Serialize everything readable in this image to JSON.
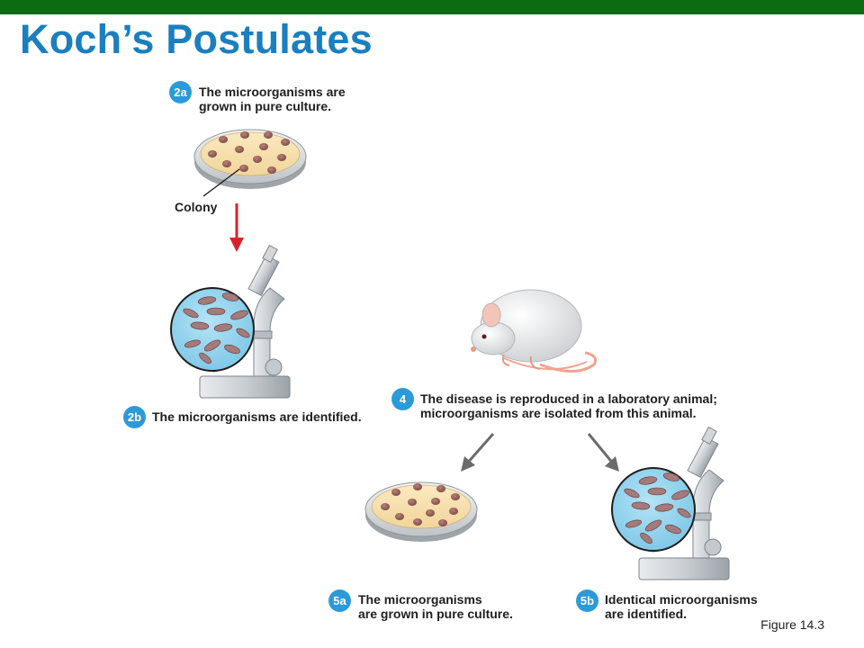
{
  "title": "Koch’s Postulates",
  "colors": {
    "header_bar": "#0c6c12",
    "title": "#1a7fbf",
    "badge": "#2b9ad8",
    "red_arrow": "#d8232a",
    "gray_arrow": "#6b6b6b",
    "microscope_view": "#9ad6ee"
  },
  "steps": {
    "s2a": {
      "badge": "2a",
      "line1": "The microorganisms are",
      "line2": "grown in pure culture."
    },
    "s2b": {
      "badge": "2b",
      "line1": "The microorganisms are identified."
    },
    "s4": {
      "badge": "4",
      "line1": "The disease is reproduced in a laboratory animal;",
      "line2": "microorganisms are isolated from this animal."
    },
    "s5a": {
      "badge": "5a",
      "line1": "The microorganisms",
      "line2": "are grown in pure culture."
    },
    "s5b": {
      "badge": "5b",
      "line1": "Identical microorganisms",
      "line2": "are identified."
    }
  },
  "colony_label": "Colony",
  "figure_ref": "Figure 14.3",
  "icons": [
    "petri-dish",
    "microscope",
    "lab-mouse",
    "red-arrow",
    "gray-arrow"
  ]
}
